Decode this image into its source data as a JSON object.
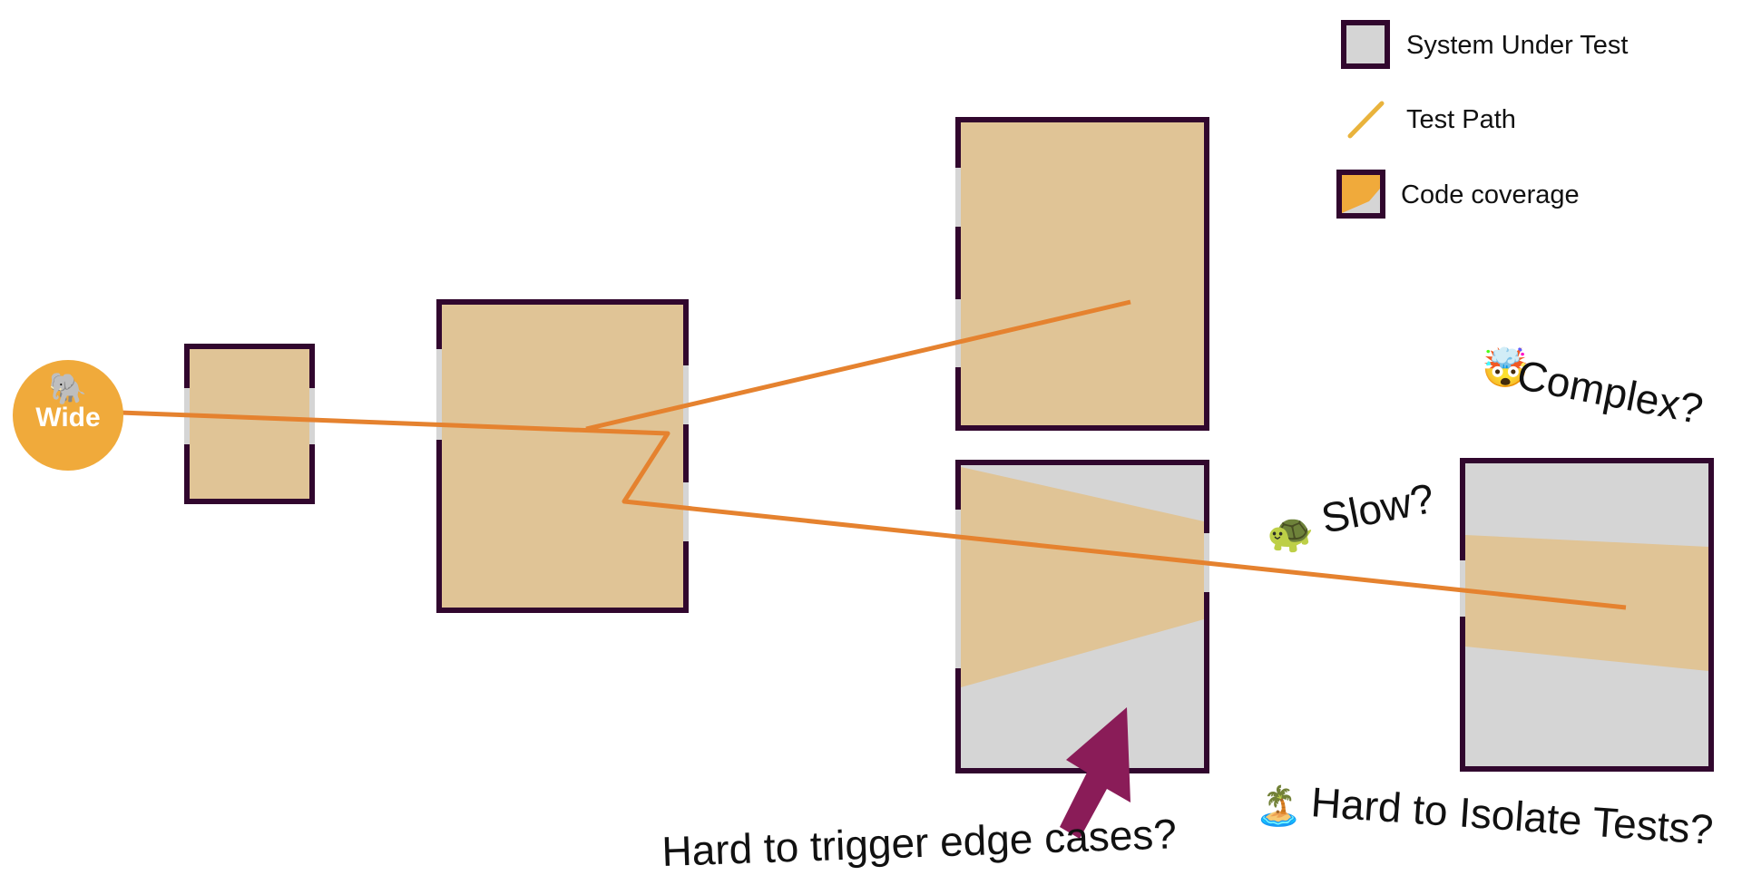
{
  "colors": {
    "border": "#31072e",
    "coverage": "#e0c496",
    "uncovered": "#d5d5d5",
    "path": "#e5822f",
    "legend_path": "#e9b33c",
    "wide_circle": "#f0aa3b",
    "arrow": "#8a1c58"
  },
  "start_node": {
    "emoji": "🐘",
    "label": "Wide",
    "icon": "elephant-icon"
  },
  "legend": {
    "system_under_test": "System Under Test",
    "test_path": "Test Path",
    "code_coverage": "Code coverage"
  },
  "annotations": {
    "complex": {
      "emoji": "🤯",
      "text": "Complex?",
      "icon": "exploding-head-icon"
    },
    "slow": {
      "emoji": "🐢",
      "text": "Slow?",
      "icon": "turtle-icon"
    },
    "isolate": {
      "emoji": "🏝️",
      "text": "Hard to Isolate Tests?",
      "icon": "island-icon"
    },
    "edge_cases": {
      "text": "Hard to trigger edge cases?",
      "icon": "arrow-up-right-icon"
    }
  }
}
